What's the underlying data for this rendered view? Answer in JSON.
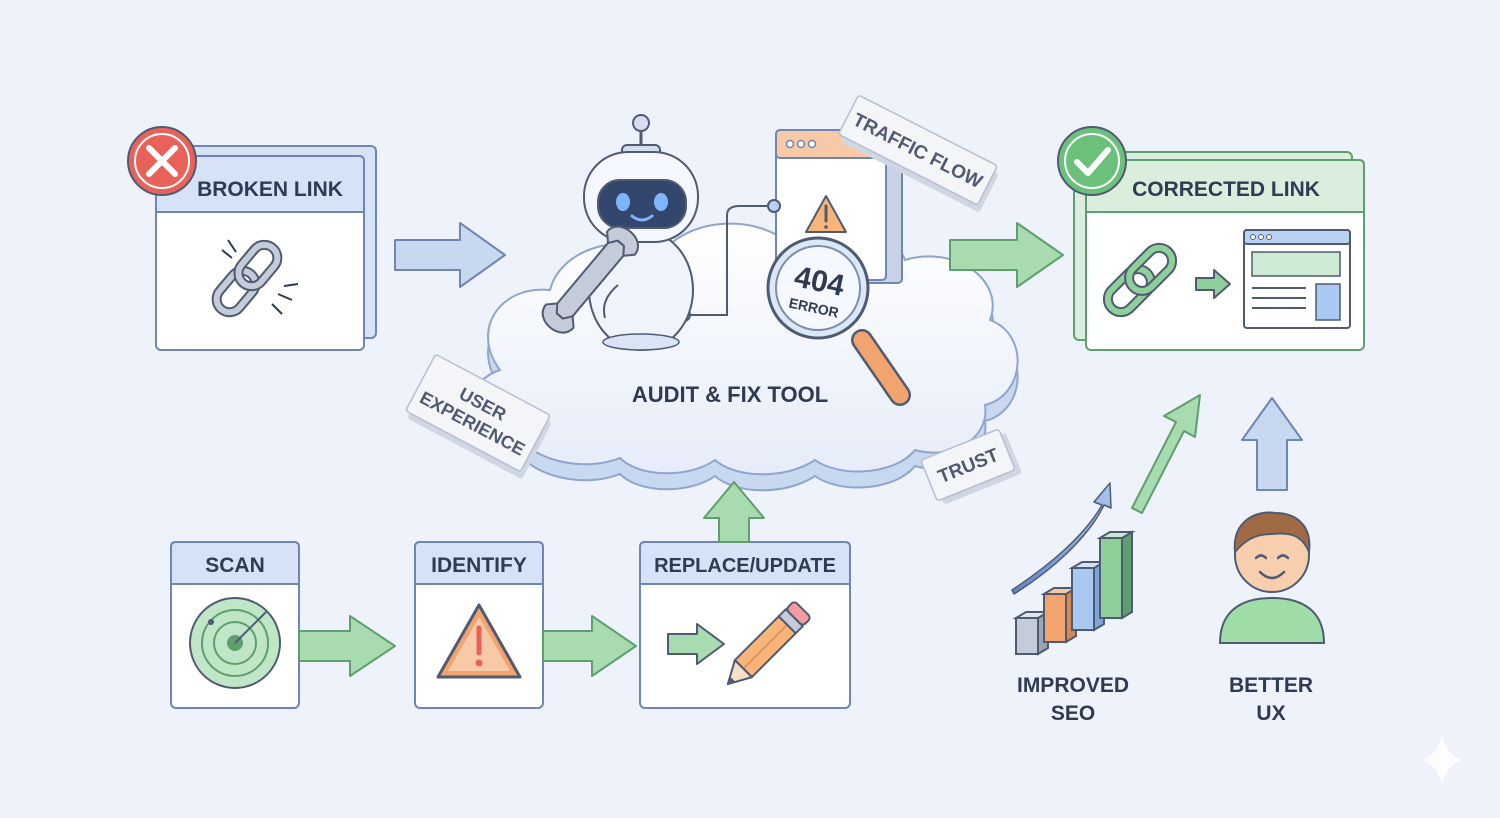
{
  "colors": {
    "background": "#eef2fb",
    "blue_header": "#d6e2f6",
    "blue_stroke": "#6f86b2",
    "green_header": "#dbeede",
    "green_stroke": "#5f9f6d",
    "green_fill": "#8fd09a",
    "red_badge": "#e8625a",
    "orange": "#f2a46e",
    "text": "#2f3b52"
  },
  "nodes": {
    "broken_link": {
      "label": "BROKEN LINK",
      "icon": "broken-chain-icon",
      "badge": "x-badge-icon"
    },
    "corrected_link": {
      "label": "CORRECTED LINK",
      "icon": "linked-chain-icon",
      "badge": "check-badge-icon"
    },
    "center": {
      "label": "AUDIT & FIX TOOL",
      "icon": "robot-with-wrench-icon"
    },
    "error_panel": {
      "code": "404",
      "word": "ERROR",
      "icon": "magnifier-icon"
    },
    "scan": {
      "label": "SCAN",
      "icon": "radar-icon"
    },
    "identify": {
      "label": "IDENTIFY",
      "icon": "warning-triangle-icon"
    },
    "replace": {
      "label": "REPLACE/UPDATE",
      "icon": "pencil-icon"
    },
    "seo": {
      "line1": "IMPROVED",
      "line2": "SEO",
      "icon": "bar-chart-growth-icon"
    },
    "ux": {
      "line1": "BETTER",
      "line2": "UX",
      "icon": "happy-user-icon"
    }
  },
  "tags": {
    "traffic_flow": "TRAFFIC FLOW",
    "user_experience_line1": "USER",
    "user_experience_line2": "EXPERIENCE",
    "trust": "TRUST"
  }
}
